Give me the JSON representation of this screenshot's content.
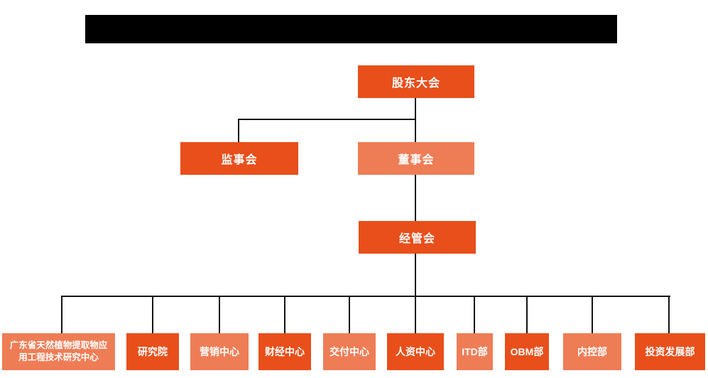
{
  "colors": {
    "box_dark_orange": "#E84F1B",
    "box_light_orange": "#EE7D56",
    "connector_line": "#141414",
    "box_text_white": "#FFFFFF",
    "title_bar_black": "#000000",
    "page_background": "#FFFFFF"
  },
  "org_chart": {
    "shareholders": {
      "label": "股东大会"
    },
    "supervisory": {
      "label": "监事会"
    },
    "board": {
      "label": "董事会"
    },
    "management": {
      "label": "经管会"
    },
    "departments": [
      {
        "label": "广东省天然植物提取物应用工程技术研究中心"
      },
      {
        "label": "研究院"
      },
      {
        "label": "营销中心"
      },
      {
        "label": "财经中心"
      },
      {
        "label": "交付中心"
      },
      {
        "label": "人资中心"
      },
      {
        "label": "ITD部"
      },
      {
        "label": "OBM部"
      },
      {
        "label": "内控部"
      },
      {
        "label": "投资发展部"
      }
    ]
  }
}
